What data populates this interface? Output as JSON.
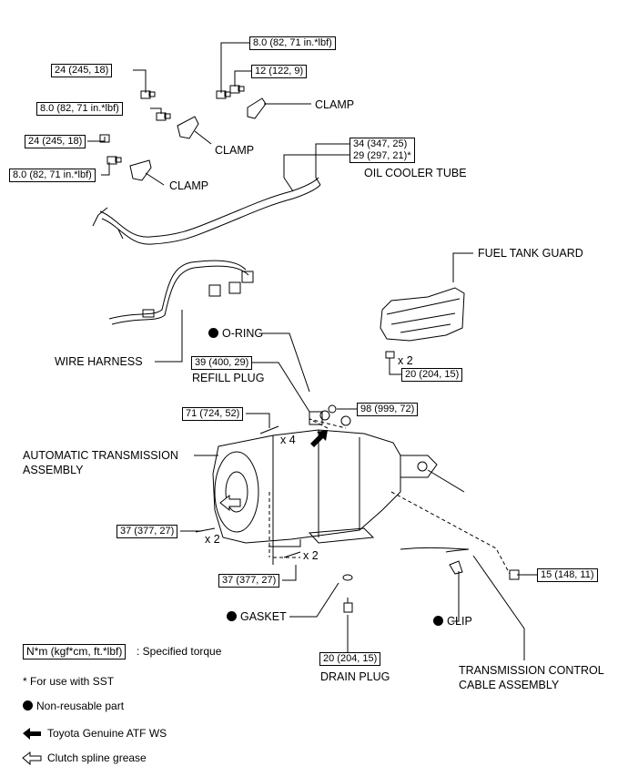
{
  "torque_labels": {
    "t1": "8.0 (82, 71 in.*lbf)",
    "t2": "24 (245, 18)",
    "t3": "12 (122, 9)",
    "t4": "8.0 (82, 71 in.*lbf)",
    "t5": "24 (245, 18)",
    "t6": "8.0 (82, 71 in.*lbf)",
    "t7a": "34 (347, 25)",
    "t7b": "29 (297, 21)*",
    "t8": "39 (400, 29)",
    "t9": "71 (724, 52)",
    "t10": "98 (999, 72)",
    "t11": "20 (204, 15)",
    "t12": "37 (377, 27)",
    "t13": "37 (377, 27)",
    "t14": "15 (148, 11)",
    "t15": "20 (204, 15)"
  },
  "part_labels": {
    "clamp_a": "CLAMP",
    "clamp_b": "CLAMP",
    "clamp_c": "CLAMP",
    "oil_cooler_tube": "OIL COOLER TUBE",
    "fuel_tank_guard": "FUEL TANK GUARD",
    "o_ring": "O-RING",
    "refill_plug": "REFILL PLUG",
    "wire_harness": "WIRE HARNESS",
    "auto_trans_1": "AUTOMATIC TRANSMISSION",
    "auto_trans_2": "ASSEMBLY",
    "gasket": "GASKET",
    "clip": "CLIP",
    "drain_plug": "DRAIN PLUG",
    "trans_cable_1": "TRANSMISSION CONTROL",
    "trans_cable_2": "CABLE ASSEMBLY"
  },
  "multipliers": {
    "m1": "x 4",
    "m2": "x 2",
    "m3": "x 2",
    "m4": "x 2"
  },
  "legend": {
    "unit_box": "N*m (kgf*cm, ft.*lbf)",
    "unit_desc": ": Specified torque",
    "sst_note": "* For use with SST",
    "non_reusable": "Non-reusable part",
    "atf": "Toyota Genuine ATF WS",
    "grease": "Clutch spline grease"
  }
}
